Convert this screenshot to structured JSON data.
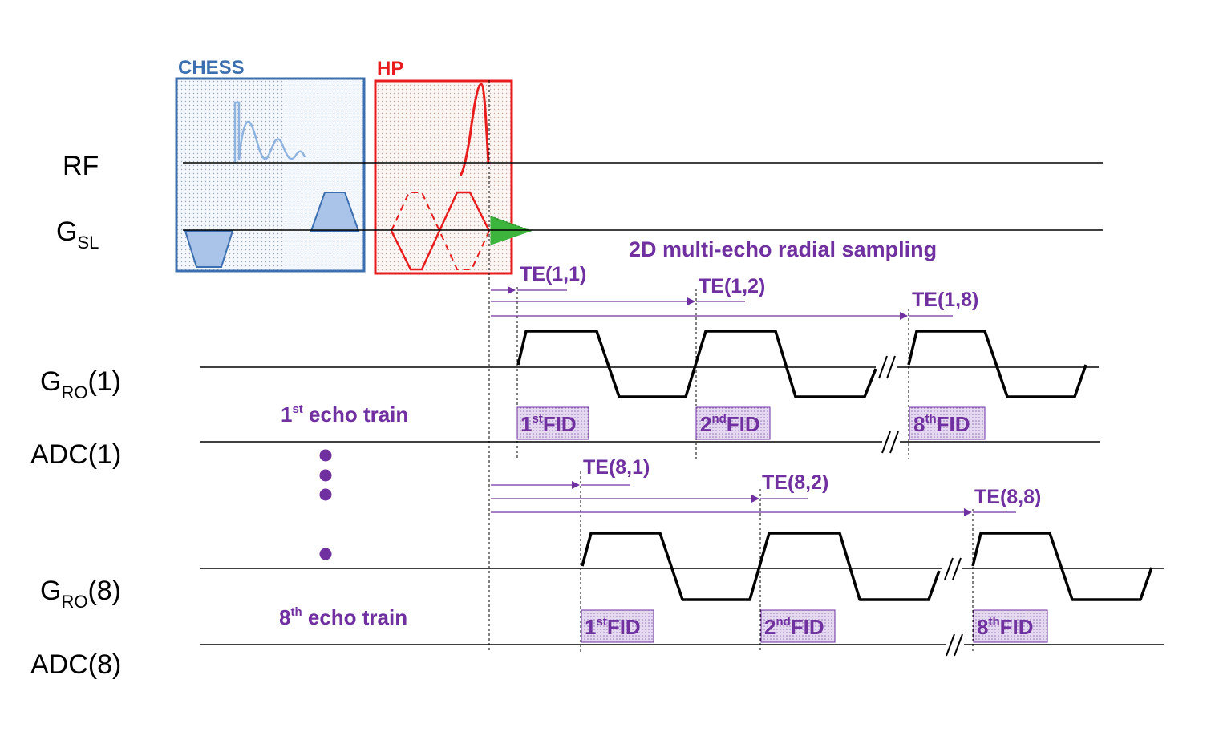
{
  "boxes": {
    "chess_title": "CHESS",
    "hp_title": "HP"
  },
  "row_labels": {
    "rf": "RF",
    "gsl_main": "G",
    "gsl_sub": "SL",
    "gro1_main": "G",
    "gro1_sub": "RO",
    "gro1_suffix": "(1)",
    "adc1": "ADC(1)",
    "gro8_main": "G",
    "gro8_sub": "RO",
    "gro8_suffix": "(8)",
    "adc8": "ADC(8)"
  },
  "annotations": {
    "sampling_title": "2D multi-echo radial sampling",
    "echo_train_1_prefix": "1",
    "echo_train_1_sup": "st",
    "echo_train_1_suffix": " echo train",
    "echo_train_8_prefix": "8",
    "echo_train_8_sup": "th",
    "echo_train_8_suffix": " echo train"
  },
  "te_labels": {
    "te_1_1": "TE(1,1)",
    "te_1_2": "TE(1,2)",
    "te_1_8": "TE(1,8)",
    "te_8_1": "TE(8,1)",
    "te_8_2": "TE(8,2)",
    "te_8_8": "TE(8,8)"
  },
  "fid_labels": {
    "fid1_num": "1",
    "fid1_sup": "st",
    "fid1_text": "FID",
    "fid2_num": "2",
    "fid2_sup": "nd",
    "fid2_text": "FID",
    "fid8_num": "8",
    "fid8_sup": "th",
    "fid8_text": "FID"
  },
  "colors": {
    "chess": "#3b6faf",
    "hp": "#e81c1c",
    "annotation": "#7030a0",
    "chess_fill": "#a9c4e8",
    "green": "#3db53d"
  }
}
